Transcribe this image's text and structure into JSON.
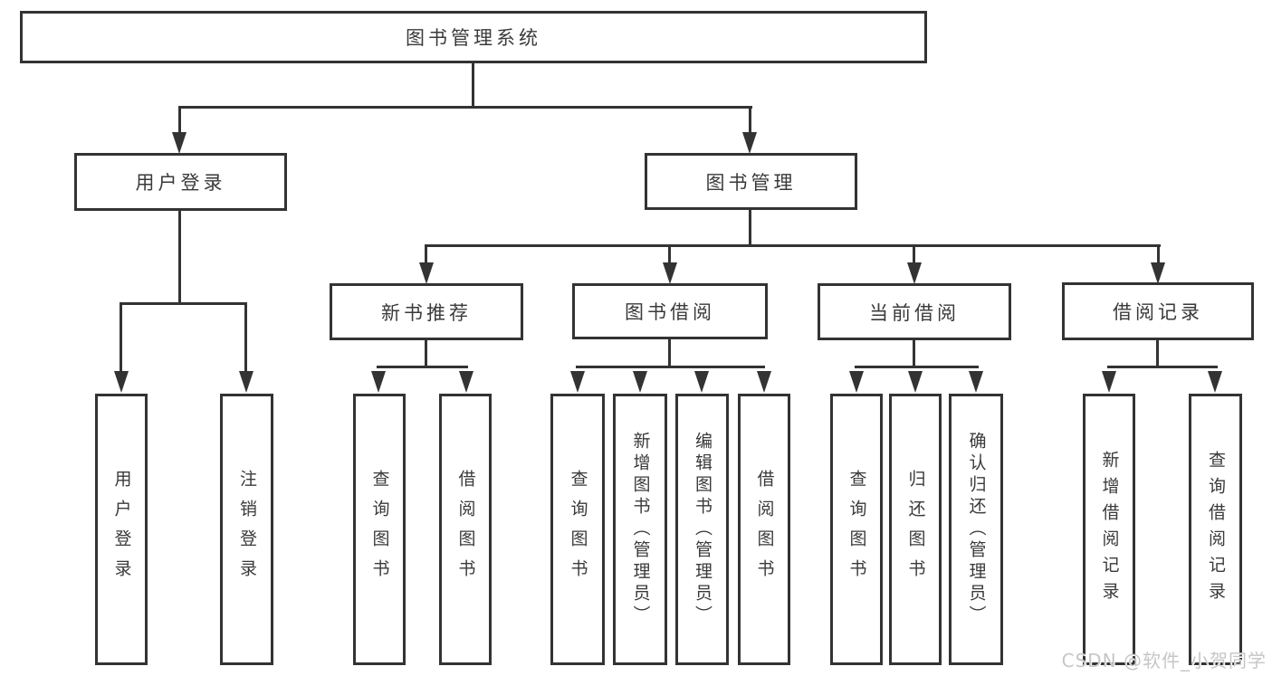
{
  "diagram": {
    "tree": {
      "root": {
        "label": "图书管理系统"
      },
      "branches": [
        {
          "label": "用户登录",
          "children": [
            {
              "label": "用户登录"
            },
            {
              "label": "注销登录"
            }
          ]
        },
        {
          "label": "图书管理",
          "groups": [
            {
              "label": "新书推荐",
              "children": [
                {
                  "label": "查询图书"
                },
                {
                  "label": "借阅图书"
                }
              ]
            },
            {
              "label": "图书借阅",
              "children": [
                {
                  "label": "查询图书"
                },
                {
                  "label": "新增图书（管理员）"
                },
                {
                  "label": "编辑图书（管理员）"
                },
                {
                  "label": "借阅图书"
                }
              ]
            },
            {
              "label": "当前借阅",
              "children": [
                {
                  "label": "查询图书"
                },
                {
                  "label": "归还图书"
                },
                {
                  "label": "确认归还（管理员）"
                }
              ]
            },
            {
              "label": "借阅记录",
              "children": [
                {
                  "label": "新增借阅记录"
                },
                {
                  "label": "查询借阅记录"
                }
              ]
            }
          ]
        }
      ]
    },
    "colors": {
      "line": "#333333",
      "text": "#3a3a3a",
      "background": "#ffffff",
      "watermark_text_color": "#c6c6c6"
    }
  },
  "watermark": "CSDN @软件_小贺同学"
}
